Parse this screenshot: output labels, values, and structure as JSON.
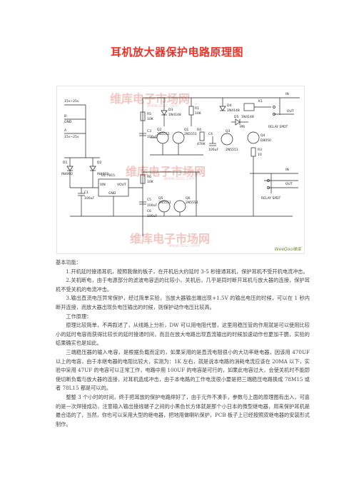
{
  "title": "耳机放大器保护电路原理图",
  "figure": {
    "watermark": {
      "brand": "维库电子市场网",
      "urls": [
        "www.dzsc.com",
        "www.dzsc.com",
        "www.dzsc.com"
      ],
      "credit": "WeeQoo维库"
    },
    "labels": {
      "v_in_1": "15v~25v",
      "gnd": "GND",
      "v_in_2": "15v~25v",
      "node_b": "B",
      "node_a": "A",
      "d1": "D1",
      "d1_part": "IN4002",
      "d2": "D2",
      "d2_part": "IN4002",
      "u1": "U1 7815",
      "u1_vin": "VIN",
      "u1_vout": "VOUT",
      "u1_gnd": "GND",
      "c1": "C1",
      "c1_val": "100uF",
      "r5": "R5",
      "r5_val": "10K",
      "r1": "R1",
      "r1_val": "10K",
      "d3": "D3",
      "d3_part": "1N4148",
      "d4": "D4",
      "d4_part": "1N4148",
      "c3": "C3",
      "c3_val": "100uF",
      "q2": "Q2",
      "q2_part": "2N5551",
      "q1": "Q1",
      "q1_part": "2N5551",
      "r4": "R4",
      "r4_val": "470K",
      "c4": "C4",
      "c4_val": "100uF",
      "q3": "Q3",
      "q3_part": "2N5551",
      "d5": "D5",
      "d5_part": "1N4148",
      "k1": "K1",
      "relay1": "RELAY SPDT",
      "out_top": "OUT",
      "in_top": "IN",
      "q4": "Q4",
      "q4_part": "D8050",
      "r3": "R3",
      "r3_val": "10",
      "ipr": "IPR",
      "r_bot": "R6",
      "r_bot_val": "10K",
      "c5": "C5",
      "c5_val": "100uF",
      "c6": "C6",
      "c6_val": "100uF",
      "q5": "Q5",
      "q5_part": "2N5551",
      "q6": "Q6",
      "q6_part": "2N5551",
      "relay2": "RELAY SPDT",
      "in_bot": "IN",
      "out_bot": "OUT"
    }
  },
  "body": {
    "heading_func": "基本功能：",
    "p1": "1.开机延时接通耳机，按照我做的板子，在开机后大约延时 3-5 秒接通耳机，保护耳机不受开机电流冲击。",
    "p2": "2.关机断电，由于电源部分的滤波电容迅的比较小，关机后，几乎是同时断开耳机与放大器的连接，保护耳机不受关机的电流冲击。",
    "p3": "3.输出直流电压异常保护，经过简单实验，当放大器输出端出现+1.5V 的输出电压的时候，可以在 1 秒内断开连接，而放大器出现负电压输出的时候，则保护动作电压比较高。",
    "heading_principle": "工作原理：",
    "p4": "原理比较简单，不再叙述了，从线路上分析，DW 可以用电阻代替，这里用稳压管的作用就是可以使用比较小的延时电容而获得比较长的延时接通时间，而且在放大电路出现直流输出的时候加速动作也更加干脆，实验的结果确实也是如此。",
    "p5": "三端稳压器的输入电容，是根据负载而定的，如果采用的是直流电阻很小的大功率继电器，因该用 470UF 以上的电容，由于本继电器的电阻比较大，实测为：1K 左右，就是说本电路的消耗电流应该在 20MA 以下，实验中采用 47UF 的电容可以正常工作，电路中用 100UF 的电容是可行的，如果此电容过大，会使关机时不能即使切断负载与放大器的连接，对耳机造成冲击，由于本电路的工作电流很小要是把三端稳压电路换成 78M15 或者 78L15 都是可以的。",
    "p6": "整整 3 个小时的时间，终于把耳放的保护电路焊好了，由于元件不凑手，参数与上面的原理图有出入，可喜的是一次焊接成功，注意输入输出接线端子之间的小黑色长方体就是那个小日本的微型继电器，用来保护耳机是最合适的了，当然，你也可以采用大型的继电器，把地用做喇叭保护，PCB 板子上已经按照双继电器的安装形式制作。"
  }
}
